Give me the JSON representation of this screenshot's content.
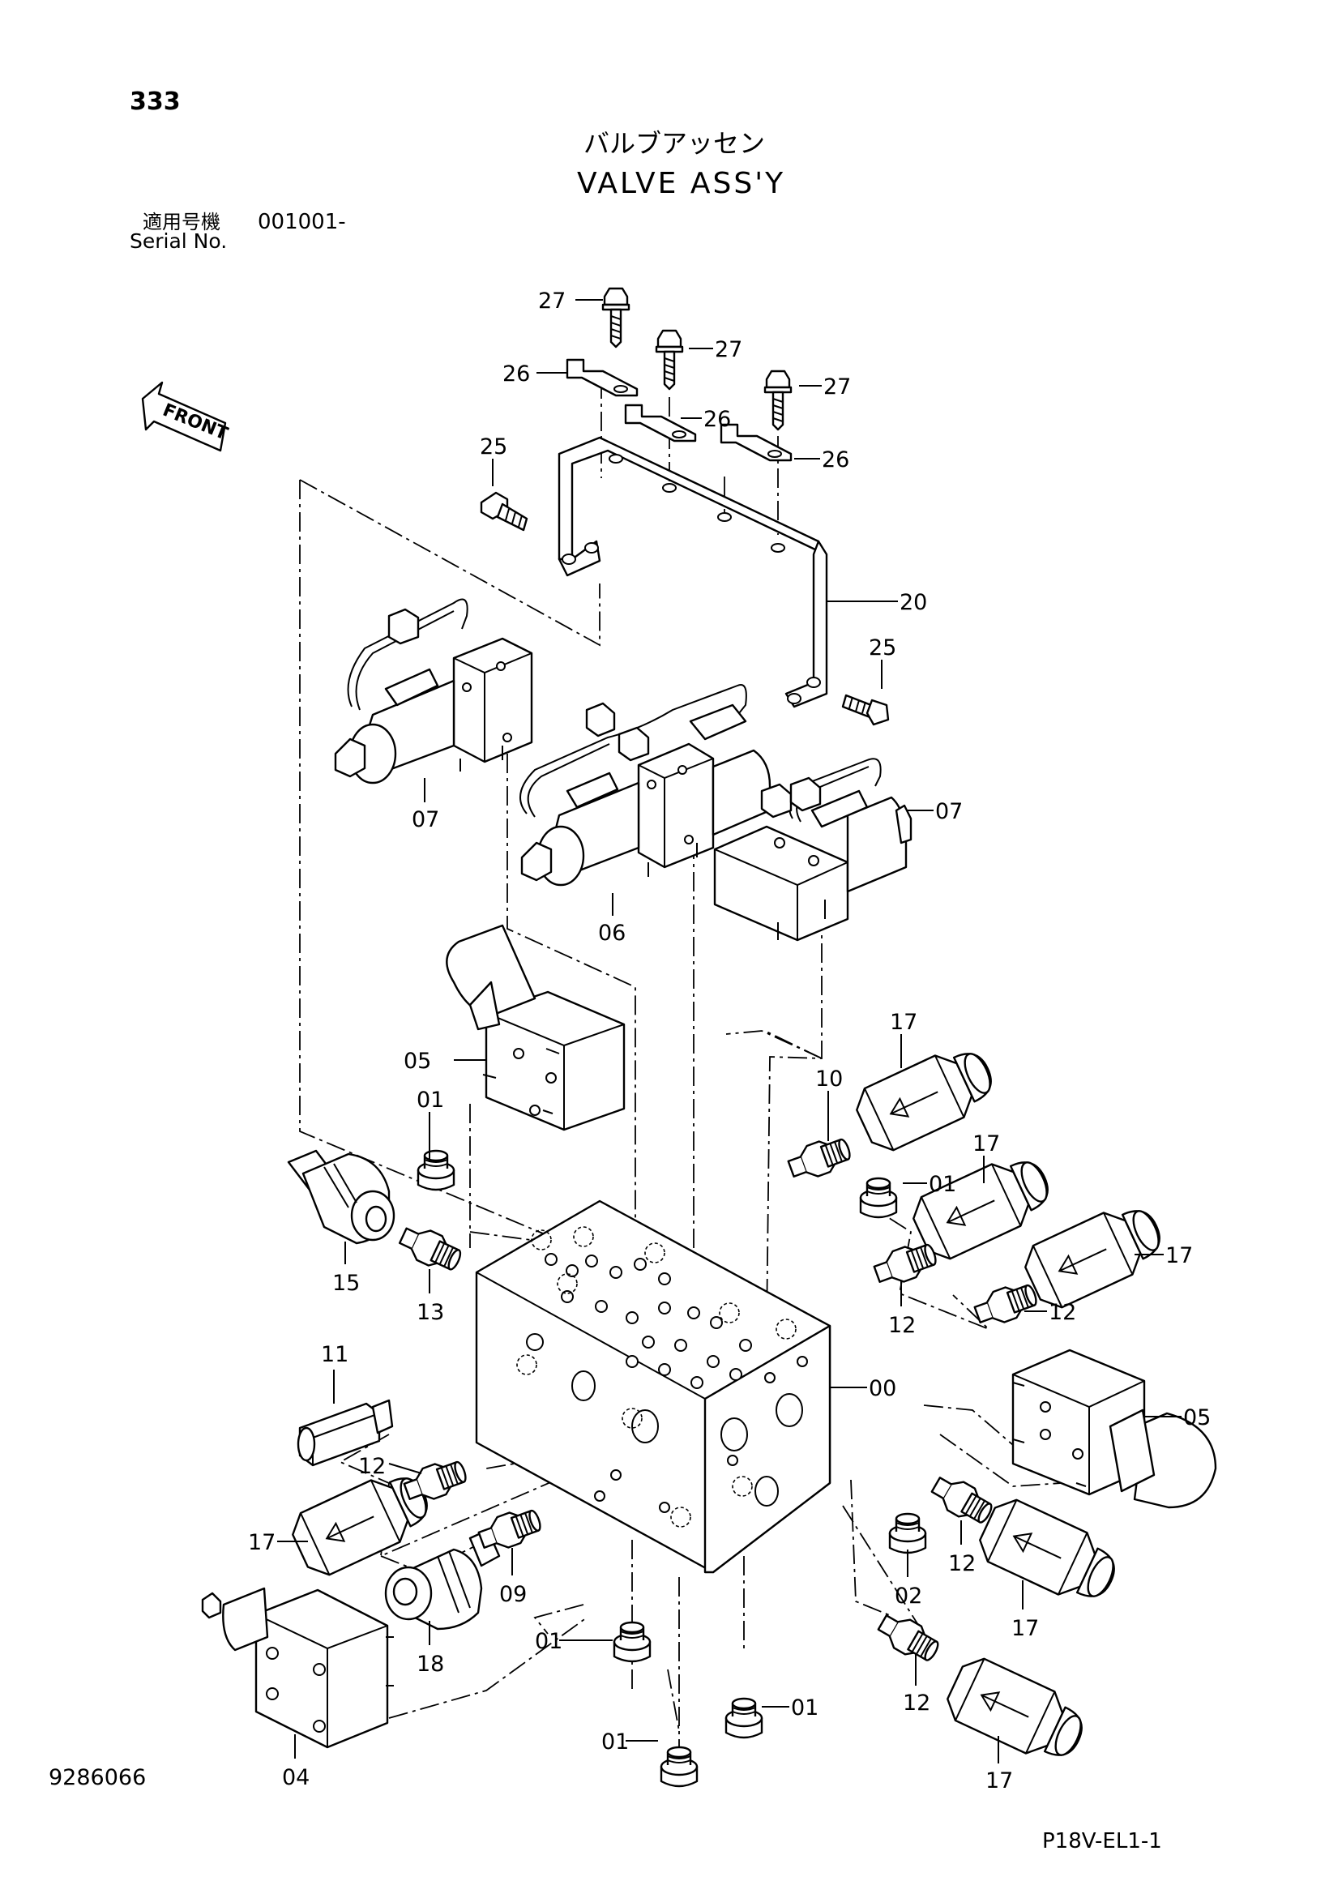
{
  "header": {
    "page_number": "333",
    "title_jp": "バルブアッセン",
    "title_en": "VALVE ASS'Y",
    "serial_label_jp": "適用号機",
    "serial_value": "001001-",
    "serial_label_en": "Serial No."
  },
  "front_marker": "FRONT",
  "footer": {
    "drawing_number": "9286066",
    "sheet_code": "P18V-EL1-1"
  },
  "callouts": {
    "c27a": "27",
    "c27b": "27",
    "c27c": "27",
    "c26a": "26",
    "c26b": "26",
    "c26c": "26",
    "c25a": "25",
    "c25b": "25",
    "c20": "20",
    "c07a": "07",
    "c07b": "07",
    "c06": "06",
    "c05a": "05",
    "c05b": "05",
    "c01a": "01",
    "c01b": "01",
    "c01c": "01",
    "c01d": "01",
    "c01e": "01",
    "c10": "10",
    "c17a": "17",
    "c17b": "17",
    "c17c": "17",
    "c17d": "17",
    "c17e": "17",
    "c17f": "17",
    "c15": "15",
    "c13": "13",
    "c12a": "12",
    "c12b": "12",
    "c12c": "12",
    "c12d": "12",
    "c12e": "12",
    "c00": "00",
    "c11": "11",
    "c09": "09",
    "c18": "18",
    "c02": "02",
    "c04": "04"
  }
}
